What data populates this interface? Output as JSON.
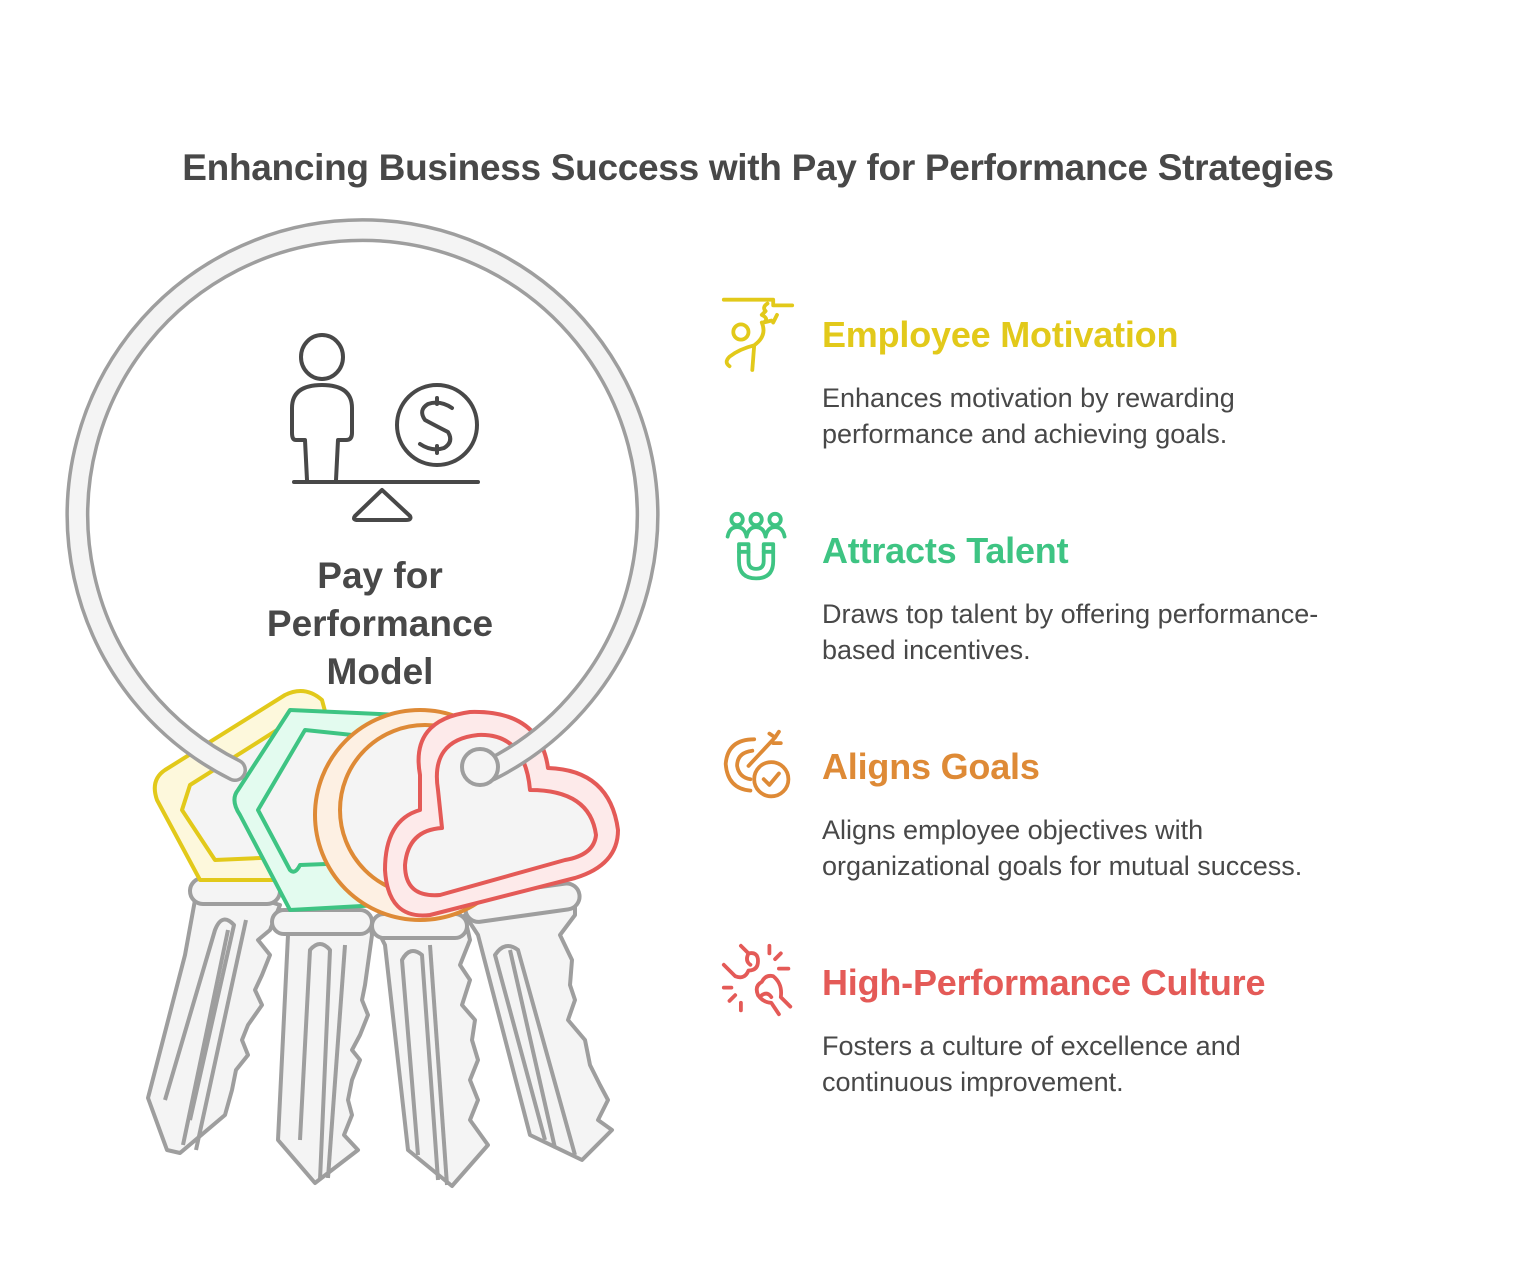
{
  "title": "Enhancing Business Success with Pay for Performance Strategies",
  "center": {
    "label_lines": [
      "Pay for",
      "Performance",
      "Model"
    ],
    "icon": "person-money-balance-icon",
    "ring_color": "#9e9e9e",
    "ring_fill": "#f4f4f4"
  },
  "keys": [
    {
      "shape": "pentagon",
      "color": "#e2c91a",
      "fill": "#fdf8dc"
    },
    {
      "shape": "hexagon",
      "color": "#3ec483",
      "fill": "#e3fbef"
    },
    {
      "shape": "circle",
      "color": "#de8a36",
      "fill": "#fdf0e3"
    },
    {
      "shape": "cloud",
      "color": "#e45a57",
      "fill": "#fdeaea"
    }
  ],
  "items": [
    {
      "heading": "Employee Motivation",
      "color": "#e2c91a",
      "icon": "climbing-person-icon",
      "desc_lines": [
        "Enhances motivation by rewarding",
        "performance and achieving goals."
      ]
    },
    {
      "heading": "Attracts Talent",
      "color": "#3ec483",
      "icon": "magnet-people-icon",
      "desc_lines": [
        "Draws top talent by offering performance-",
        "based incentives."
      ]
    },
    {
      "heading": "Aligns Goals",
      "color": "#de8a36",
      "icon": "target-check-icon",
      "desc_lines": [
        "Aligns employee objectives with",
        "organizational goals for mutual success."
      ]
    },
    {
      "heading": "High-Performance Culture",
      "color": "#e45a57",
      "icon": "fist-bump-icon",
      "desc_lines": [
        "Fosters a culture of excellence and",
        "continuous improvement."
      ]
    }
  ]
}
